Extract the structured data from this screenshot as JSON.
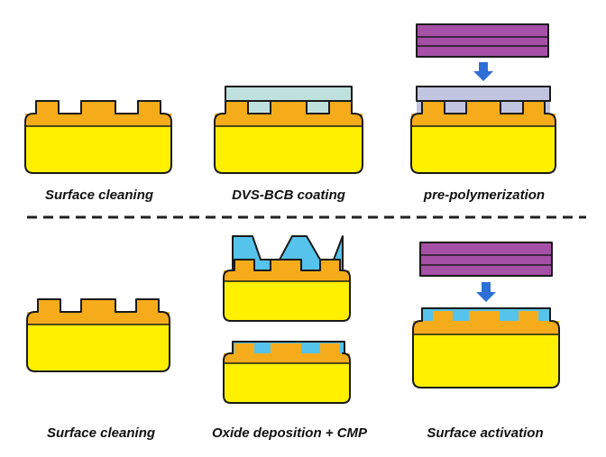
{
  "colors": {
    "substrate": "#FFF000",
    "bond_layer": "#F6AC1A",
    "bcb": "#BFE1DD",
    "prepoly_bcb": "#C2C5DF",
    "oxide": "#55C3EB",
    "top_wafer": "#A64FA6",
    "arrow": "#2E6FD6",
    "outline": "#1A1A1A",
    "divider": "#222222"
  },
  "top_process": {
    "steps": [
      {
        "caption": "Surface cleaning",
        "icon": "wafer-with-pads"
      },
      {
        "caption": "DVS-BCB coating",
        "icon": "wafer-with-bcb-layer"
      },
      {
        "caption": "pre-polymerization",
        "icon": "wafer-bonding-with-top-wafer-and-arrow"
      }
    ]
  },
  "bottom_process": {
    "steps": [
      {
        "caption": "Surface cleaning",
        "icon": "wafer-with-pads"
      },
      {
        "caption": "Oxide deposition + CMP",
        "icon": "oxide-deposition-then-planarized-wafer"
      },
      {
        "caption": "Surface activation",
        "icon": "wafer-bonding-with-top-wafer-and-arrow"
      }
    ]
  }
}
